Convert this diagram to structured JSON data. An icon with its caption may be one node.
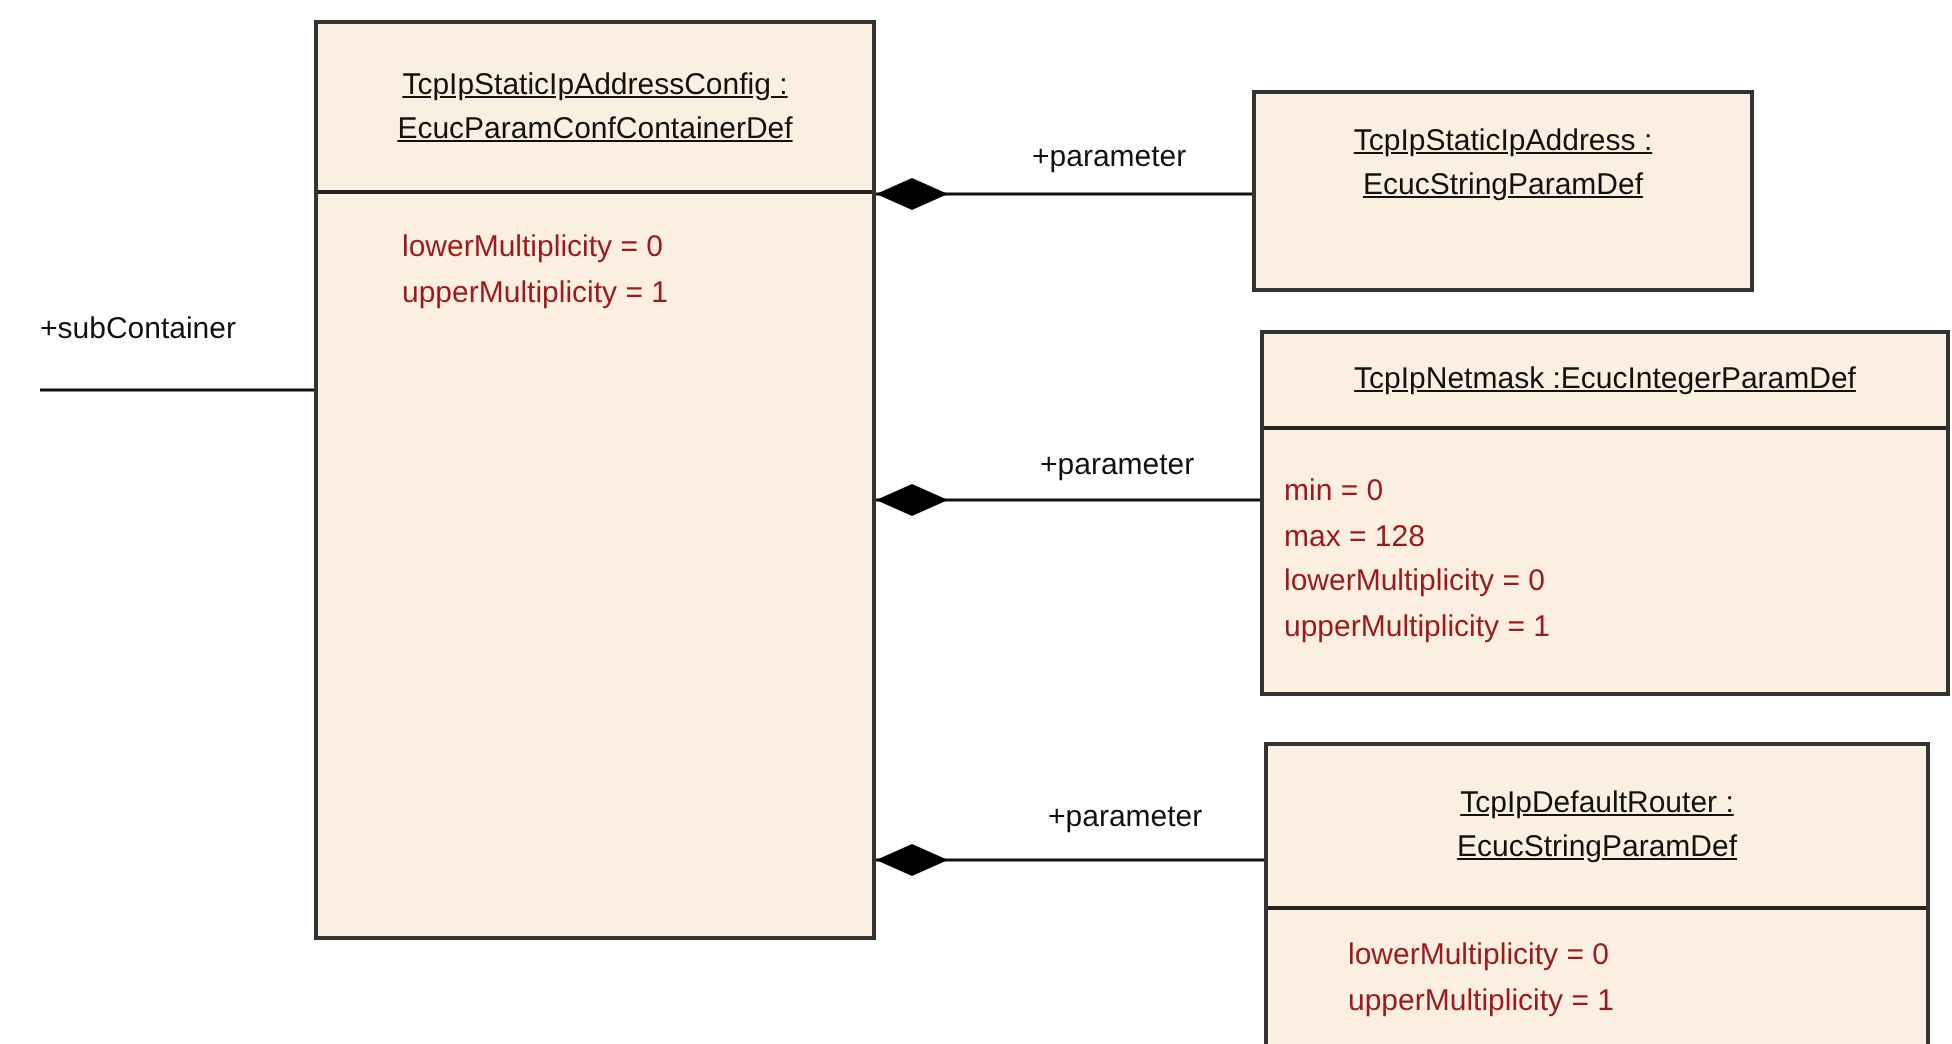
{
  "diagram": {
    "nodes": [
      {
        "text": [
          "TcpIpStaticIpAddressConfig : EcucParamConfContainerDef",
          "lowerMultiplicity = 0",
          "upperMultiplicity = 1"
        ]
      },
      {
        "text": [
          "TcpIpStaticIpAddress : EcucStringParamDef"
        ]
      },
      {
        "text": [
          "TcpIpNetmask :EcucIntegerParamDef",
          "min = 0",
          "max = 128",
          "lowerMultiplicity = 0",
          "upperMultiplicity = 1"
        ]
      },
      {
        "text": [
          "TcpIpDefaultRouter : EcucStringParamDef",
          "lowerMultiplicity = 0",
          "upperMultiplicity = 1"
        ]
      }
    ],
    "edges": [
      {
        "from": null,
        "to": 0,
        "arrow": "none",
        "label": "+subContainer"
      },
      {
        "from": 0,
        "to": 1,
        "arrow": "other",
        "label": "+parameter"
      },
      {
        "from": 0,
        "to": 2,
        "arrow": "other",
        "label": "+parameter"
      },
      {
        "from": 0,
        "to": 3,
        "arrow": "other",
        "label": "+parameter"
      }
    ]
  }
}
